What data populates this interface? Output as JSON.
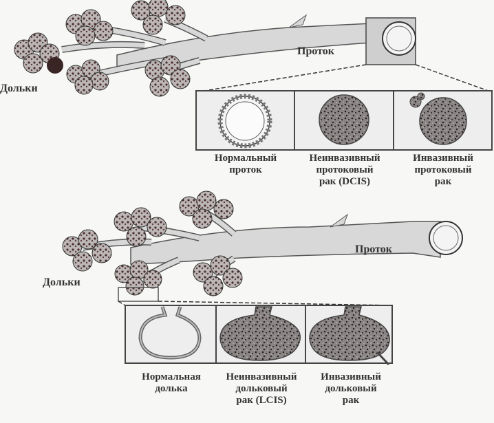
{
  "top": {
    "lobules_label": "Дольки",
    "duct_label": "Проток",
    "panels": [
      {
        "caption": "Нормальный\nпроток"
      },
      {
        "caption": "Неинвазивный\nпротоковый\nрак (DCIS)"
      },
      {
        "caption": "Инвазивный\nпротоковый\nрак"
      }
    ]
  },
  "bottom": {
    "lobules_label": "Дольки",
    "duct_label": "Проток",
    "panels": [
      {
        "caption": "Нормальная\nдолька"
      },
      {
        "caption": "Неинвазивный\nдольковый\nрак (LCIS)"
      },
      {
        "caption": "Инвазивный\nдольковый\nрак"
      }
    ]
  },
  "colors": {
    "ink": "#333333",
    "tissue": "#d8d8d8",
    "dark": "#3a2a2a",
    "background": "#f7f7f5"
  }
}
